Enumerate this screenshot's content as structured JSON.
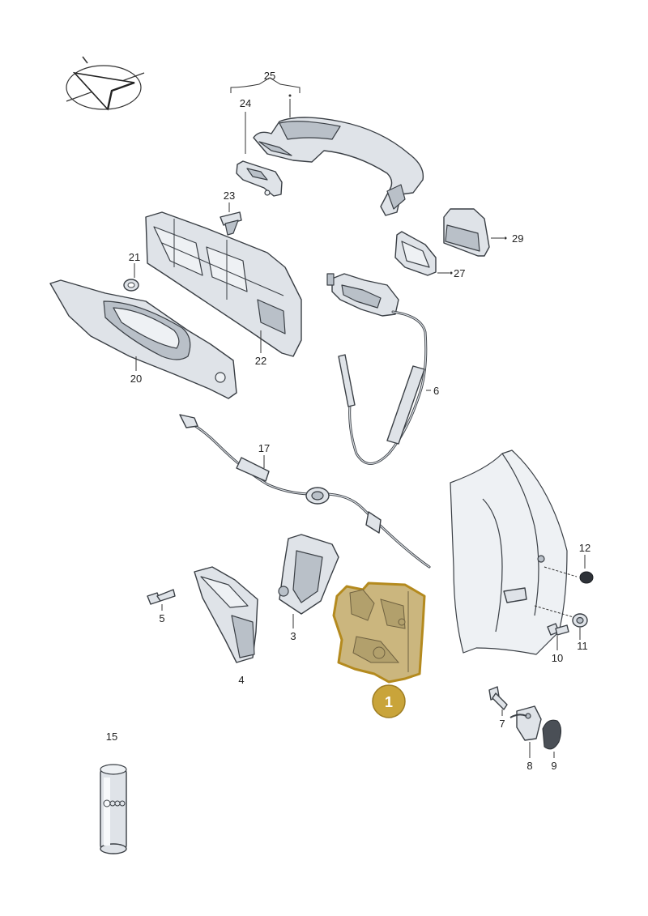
{
  "highlighted_part": "1",
  "callouts": {
    "p1": "1",
    "p3": "3",
    "p4": "4",
    "p5": "5",
    "p6": "6",
    "p7": "7",
    "p8": "8",
    "p9": "9",
    "p10": "10",
    "p11": "11",
    "p12": "12",
    "p15": "15",
    "p17": "17",
    "p20": "20",
    "p21": "21",
    "p22": "22",
    "p23": "23",
    "p24": "24",
    "p25": "25",
    "p27": "27",
    "p29": "29"
  },
  "colors": {
    "highlight": "#c9a43a",
    "part_fill": "#dfe3e8",
    "outline": "#3a3f45"
  }
}
